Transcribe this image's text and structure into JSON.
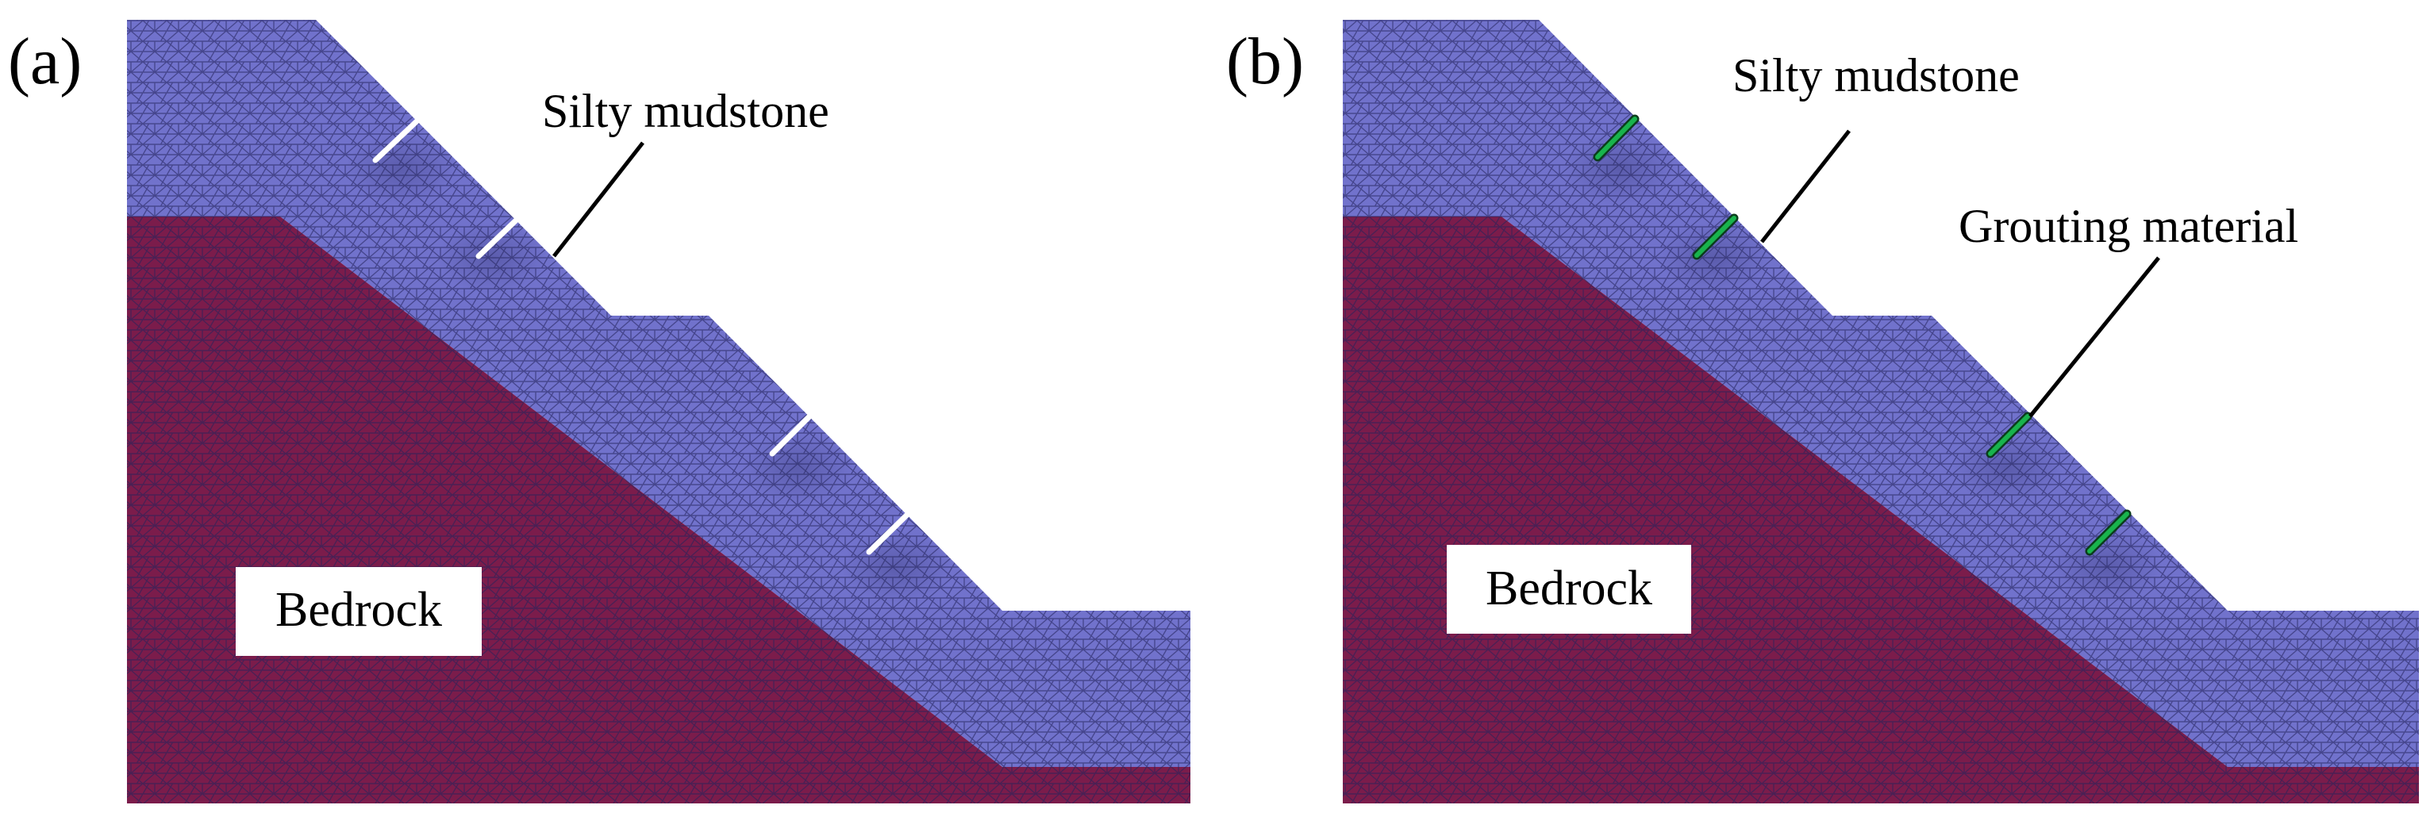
{
  "colors": {
    "mudstone": "#7172cc",
    "bedrock": "#7b1c4b",
    "mesh_line": "#22235a",
    "crack": "#ffffff",
    "grout": "#19b34d",
    "leader": "#000000"
  },
  "panels": [
    {
      "label": "(a)",
      "mudstone_label": "Silty mudstone",
      "bedrock_label": "Bedrock",
      "crack_fill": "cracks-open"
    },
    {
      "label": "(b)",
      "mudstone_label": "Silty mudstone",
      "grout_label": "Grouting material",
      "bedrock_label": "Bedrock",
      "crack_fill": "grouted"
    }
  ]
}
